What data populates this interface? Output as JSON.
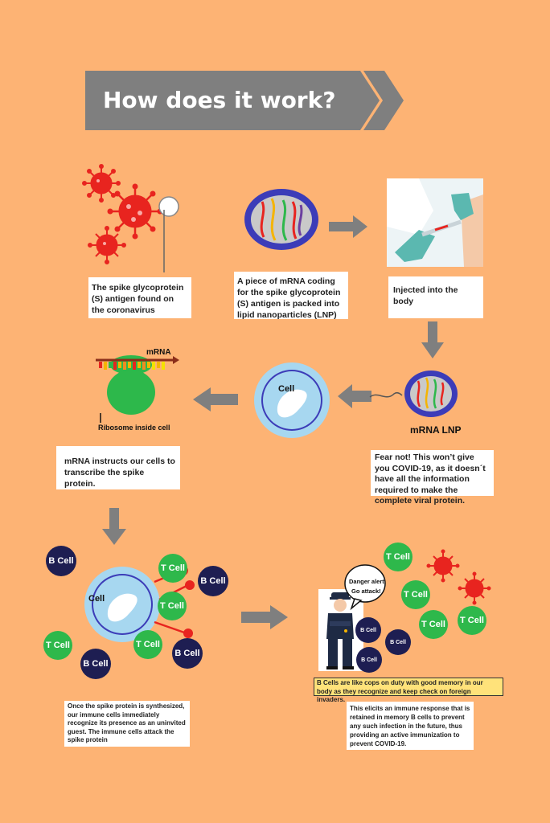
{
  "header": {
    "title": "How does it work?"
  },
  "captions": {
    "spike": "The spike glycoprotein (S) antigen found on the coronavirus",
    "lnp": "A piece of mRNA coding for the spike glycoprotein (S) antigen is packed into lipid nanoparticles (LNP)",
    "injected": "Injected into the body",
    "instructs": "mRNA instructs our cells to transcribe the spike protein.",
    "fear_not": "Fear not! This won’t give you COVID-19, as it doesn´t have all the information required to make the complete viral protein.",
    "synthesized": "Once the spike protein is synthesized, our immune cells immediately recognize its presence as an uninvited guest. The immune cells attack the spike protein",
    "bcells_cops": "B Cells are like cops on duty with good memory in our body as they recognize and keep check on foreign invaders.",
    "immune_response": "This elicits an immune response that is retained in memory B cells to prevent any such infection in the future, thus providing an active immunization to prevent COVID-19."
  },
  "labels": {
    "mrna": "mRNA",
    "ribosome": "Ribosome inside cell",
    "cell": "Cell",
    "mrna_lnp": "mRNA LNP",
    "b_cell": "B Cell",
    "t_cell": "T Cell",
    "danger_alert": "Danger alert",
    "go_attack": "Go attack!"
  },
  "colors": {
    "background": "#FDB374",
    "banner": "#7F7F7F",
    "virus": "#E8241F",
    "t_cell": "#2EB84B",
    "b_cell": "#1E1E52",
    "cell_membrane": "#A7D7F0",
    "highlight_box": "#FFE27A"
  }
}
